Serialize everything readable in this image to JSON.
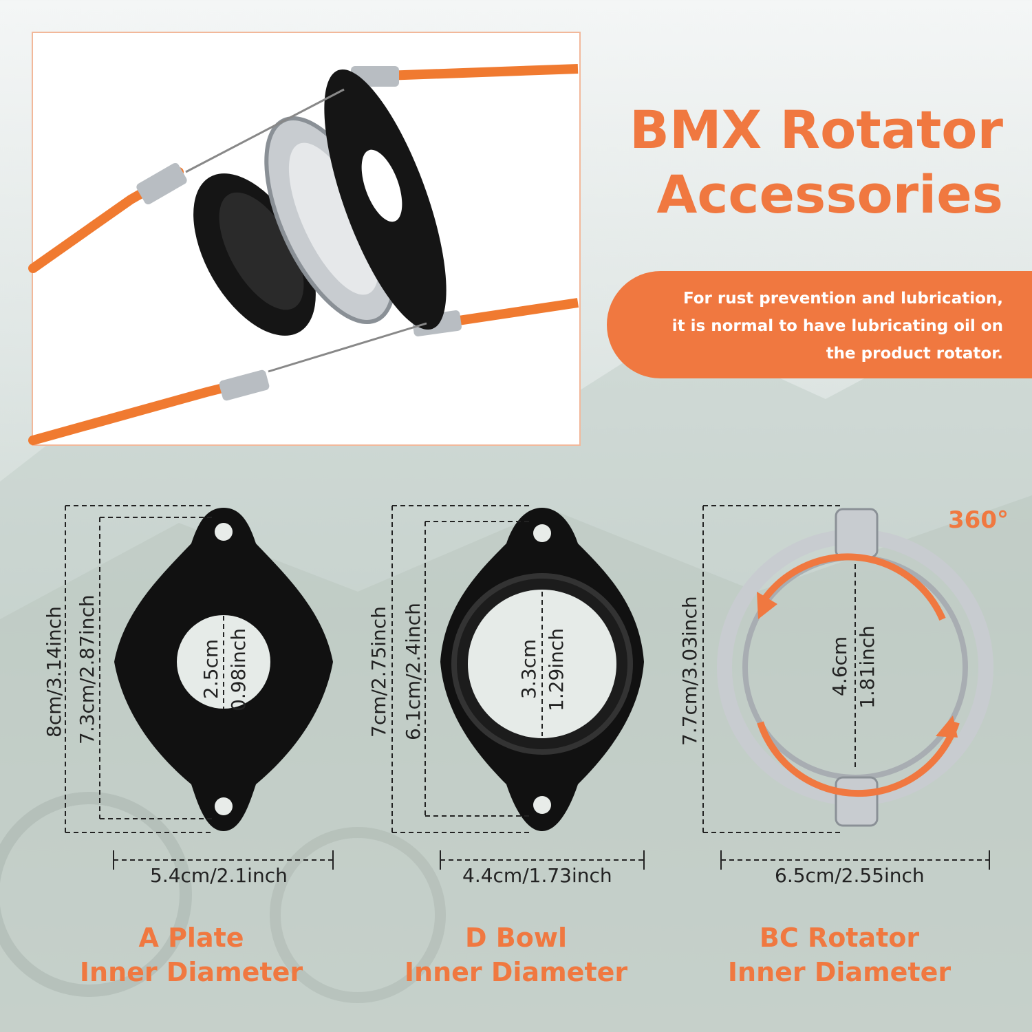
{
  "header": {
    "title_line1": "BMX Rotator",
    "title_line2": "Accessories"
  },
  "note": {
    "line1": "For rust prevention and lubrication,",
    "line2": "it is normal to have lubricating oil on",
    "line3": "the product rotator."
  },
  "badge": "360°",
  "parts": [
    {
      "title_line1": "A Plate",
      "title_line2": "Inner Diameter",
      "width": "5.4cm/2.1inch",
      "height_outer": "8cm/3.14inch",
      "height_inner": "7.3cm/2.87inch",
      "inner_cm": "2.5cm",
      "inner_inch": "0.98inch"
    },
    {
      "title_line1": "D Bowl",
      "title_line2": "Inner Diameter",
      "width": "4.4cm/1.73inch",
      "height_outer": "7cm/2.75inch",
      "height_inner": "6.1cm/2.4inch",
      "inner_cm": "3.3cm",
      "inner_inch": "1.29inch"
    },
    {
      "title_line1": "BC Rotator",
      "title_line2": "Inner Diameter",
      "width": "6.5cm/2.55inch",
      "height_outer": "7.7cm/3.03inch",
      "inner_cm": "4.6cm",
      "inner_inch": "1.81inch"
    }
  ],
  "colors": {
    "accent": "#f07840",
    "cable": "#f07a30",
    "part_black": "#111111",
    "chrome": "#c8ccd0"
  }
}
